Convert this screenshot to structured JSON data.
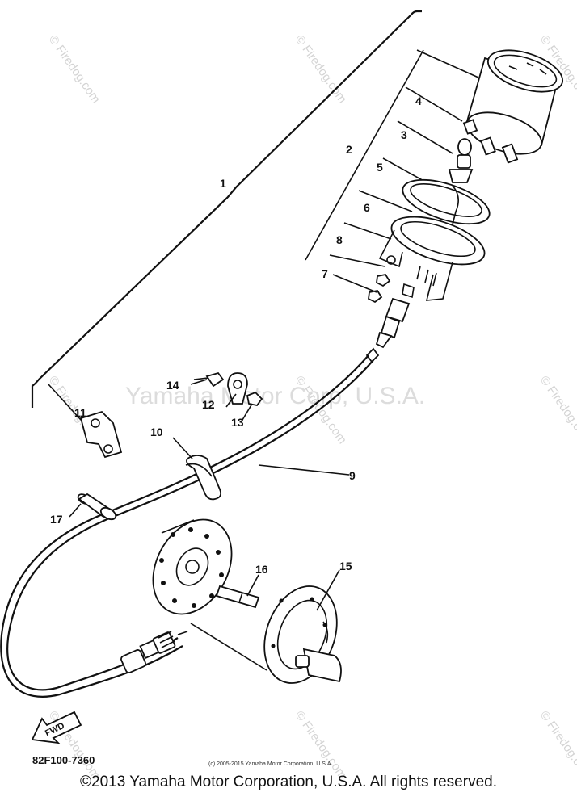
{
  "watermark": {
    "site": "© Firedog.com",
    "center": "Yamaha Motor Corp, U.S.A."
  },
  "callouts": [
    "1",
    "2",
    "3",
    "4",
    "5",
    "6",
    "7",
    "8",
    "9",
    "10",
    "11",
    "12",
    "13",
    "14",
    "15",
    "16",
    "17"
  ],
  "part_number": "82F100-7360",
  "fwd_label": "FWD",
  "small_copyright": "(c) 2005-2015 Yamaha Motor Corporation, U.S.A.",
  "footer": "©2013 Yamaha Motor Corporation, U.S.A. All rights reserved."
}
